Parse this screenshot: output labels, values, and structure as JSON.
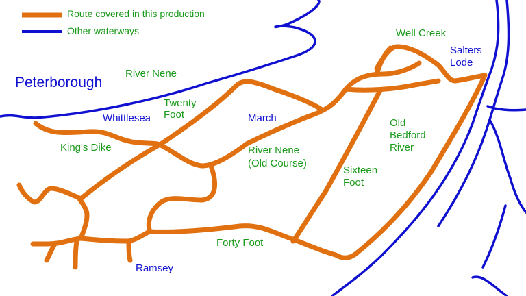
{
  "legend": {
    "route_label": "Route covered in this production",
    "other_label": "Other waterways"
  },
  "colors": {
    "route": "#e07010",
    "waterway": "#1010d0",
    "waterway_label": "#1010d0",
    "route_label": "#1a9a1a"
  },
  "places": {
    "peterborough": "Peterborough",
    "whittlesea": "Whittlesea",
    "march": "March",
    "salters_lode_1": "Salters",
    "salters_lode_2": "Lode",
    "ramsey": "Ramsey"
  },
  "waterways": {
    "river_nene": "River Nene",
    "twenty_foot_1": "Twenty",
    "twenty_foot_2": "Foot",
    "kings_dike": "King's Dike",
    "river_nene_old_1": "River Nene",
    "river_nene_old_2": "(Old Course)",
    "well_creek": "Well Creek",
    "old_bedford_1": "Old",
    "old_bedford_2": "Bedford",
    "old_bedford_3": "River",
    "sixteen_foot_1": "Sixteen",
    "sixteen_foot_2": "Foot",
    "forty_foot": "Forty Foot"
  }
}
